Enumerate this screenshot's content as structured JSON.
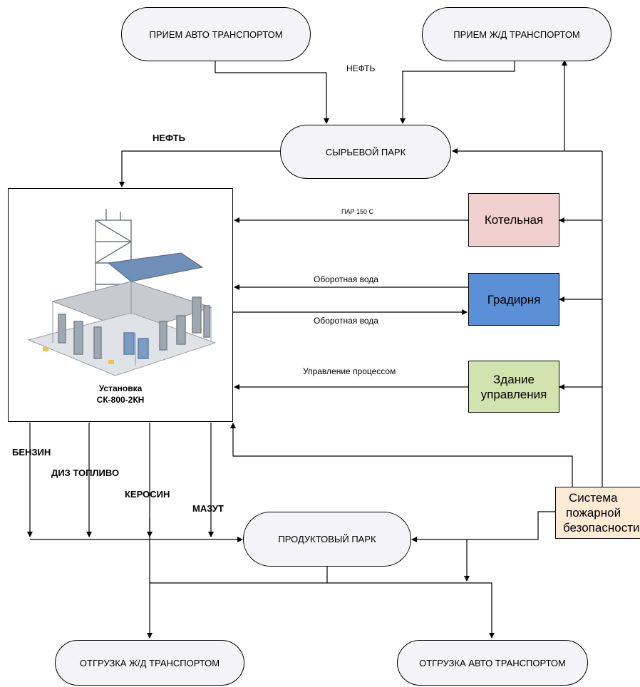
{
  "nodes": {
    "auto_receive": "ПРИЕМ АВТО ТРАНСПОРТОМ",
    "rail_receive": "ПРИЕМ Ж/Д ТРАНСПОРТОМ",
    "raw_park": "СЫРЬЕВОЙ ПАРК",
    "unit_line1": "Установка",
    "unit_line2": "СК-800-2КН",
    "boiler": "Котельная",
    "cooling_tower": "Градирня",
    "control_building_line1": "Здание",
    "control_building_line2": "управления",
    "fire_system_line1": "Система",
    "fire_system_line2": "пожарной",
    "fire_system_line3": "безопасности",
    "product_park": "ПРОДУКТОВЫЙ ПАРК",
    "rail_ship": "ОТГРУЗКА Ж/Д ТРАНСПОРТОМ",
    "auto_ship": "ОТГРУЗКА АВТО ТРАНСПОРТОМ"
  },
  "labels": {
    "oil_top": "НЕФТЬ",
    "oil_left": "НЕФТЬ",
    "steam": "ПАР 150 С",
    "water_in": "Оборотная вода",
    "water_out": "Оборотная вода",
    "process_control": "Управление процессом",
    "gasoline": "БЕНЗИН",
    "diesel": "ДИЗ ТОПЛИВО",
    "kerosene": "КЕРОСИН",
    "fuel_oil": "МАЗУТ"
  },
  "colors": {
    "boiler": "#f2d0d0",
    "cooling_tower": "#5b8fd6",
    "control_building": "#d2e4ae",
    "fire_system": "#fdebd6",
    "pill_fill": "#f4f4f6"
  }
}
